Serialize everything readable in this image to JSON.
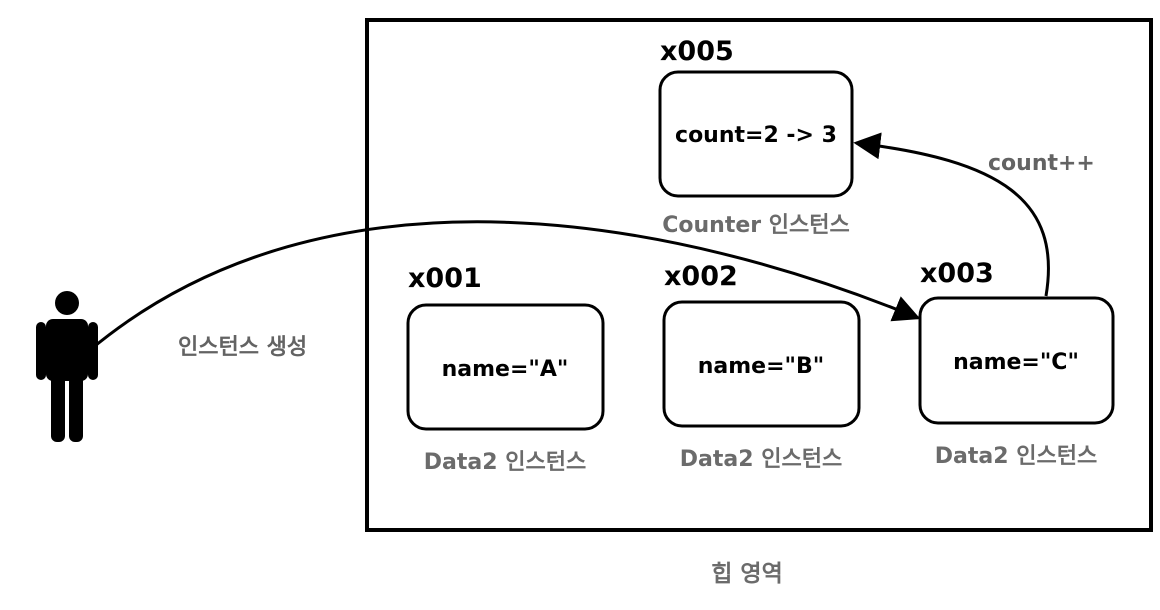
{
  "heap": {
    "label": "힙 영역"
  },
  "caller": {
    "icon": "person-icon",
    "arrow_label": "인스턴스 생성"
  },
  "counter": {
    "address": "x005",
    "value": "count=2 -> 3",
    "caption": "Counter 인스턴스",
    "increment_label": "count++"
  },
  "instances": [
    {
      "address": "x001",
      "value": "name=\"A\"",
      "caption": "Data2 인스턴스"
    },
    {
      "address": "x002",
      "value": "name=\"B\"",
      "caption": "Data2 인스턴스"
    },
    {
      "address": "x003",
      "value": "name=\"C\"",
      "caption": "Data2 인스턴스"
    }
  ],
  "colors": {
    "stroke": "#000000",
    "caption_text": "#6b6b6b",
    "arrow_label_text": "#636363",
    "background": "#ffffff"
  }
}
